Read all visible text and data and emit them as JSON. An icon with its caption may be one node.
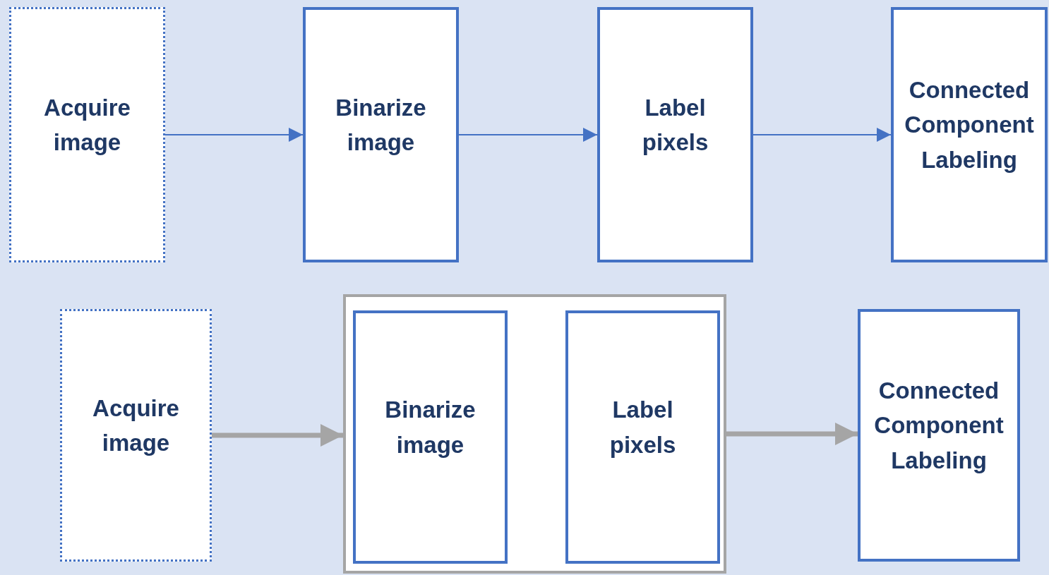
{
  "diagram": {
    "nodes": [
      {
        "text": [
          "Acquire image"
        ]
      },
      {
        "text": [
          "Binarize image"
        ]
      },
      {
        "text": [
          "Label pixels"
        ]
      },
      {
        "text": [
          "Connected Component Labeling"
        ]
      },
      {
        "text": [
          "Acquire image"
        ]
      },
      {
        "text": [],
        "shape": "box"
      },
      {
        "text": [
          "Binarize image"
        ],
        "in": 5
      },
      {
        "text": [
          "Label pixels"
        ],
        "in": 5
      },
      {
        "text": [
          "Connected Component Labeling"
        ]
      }
    ],
    "edges": [
      {
        "from": 0,
        "to": 1,
        "arrow": "to"
      },
      {
        "from": 1,
        "to": 2,
        "arrow": "to"
      },
      {
        "from": 2,
        "to": 3,
        "arrow": "to"
      },
      {
        "from": 4,
        "to": 5,
        "arrow": "to",
        "style": "thick",
        "color": "#a5a5a5"
      },
      {
        "from": 5,
        "to": 8,
        "arrow": "to",
        "style": "thick",
        "color": "#a5a5a5"
      }
    ]
  }
}
